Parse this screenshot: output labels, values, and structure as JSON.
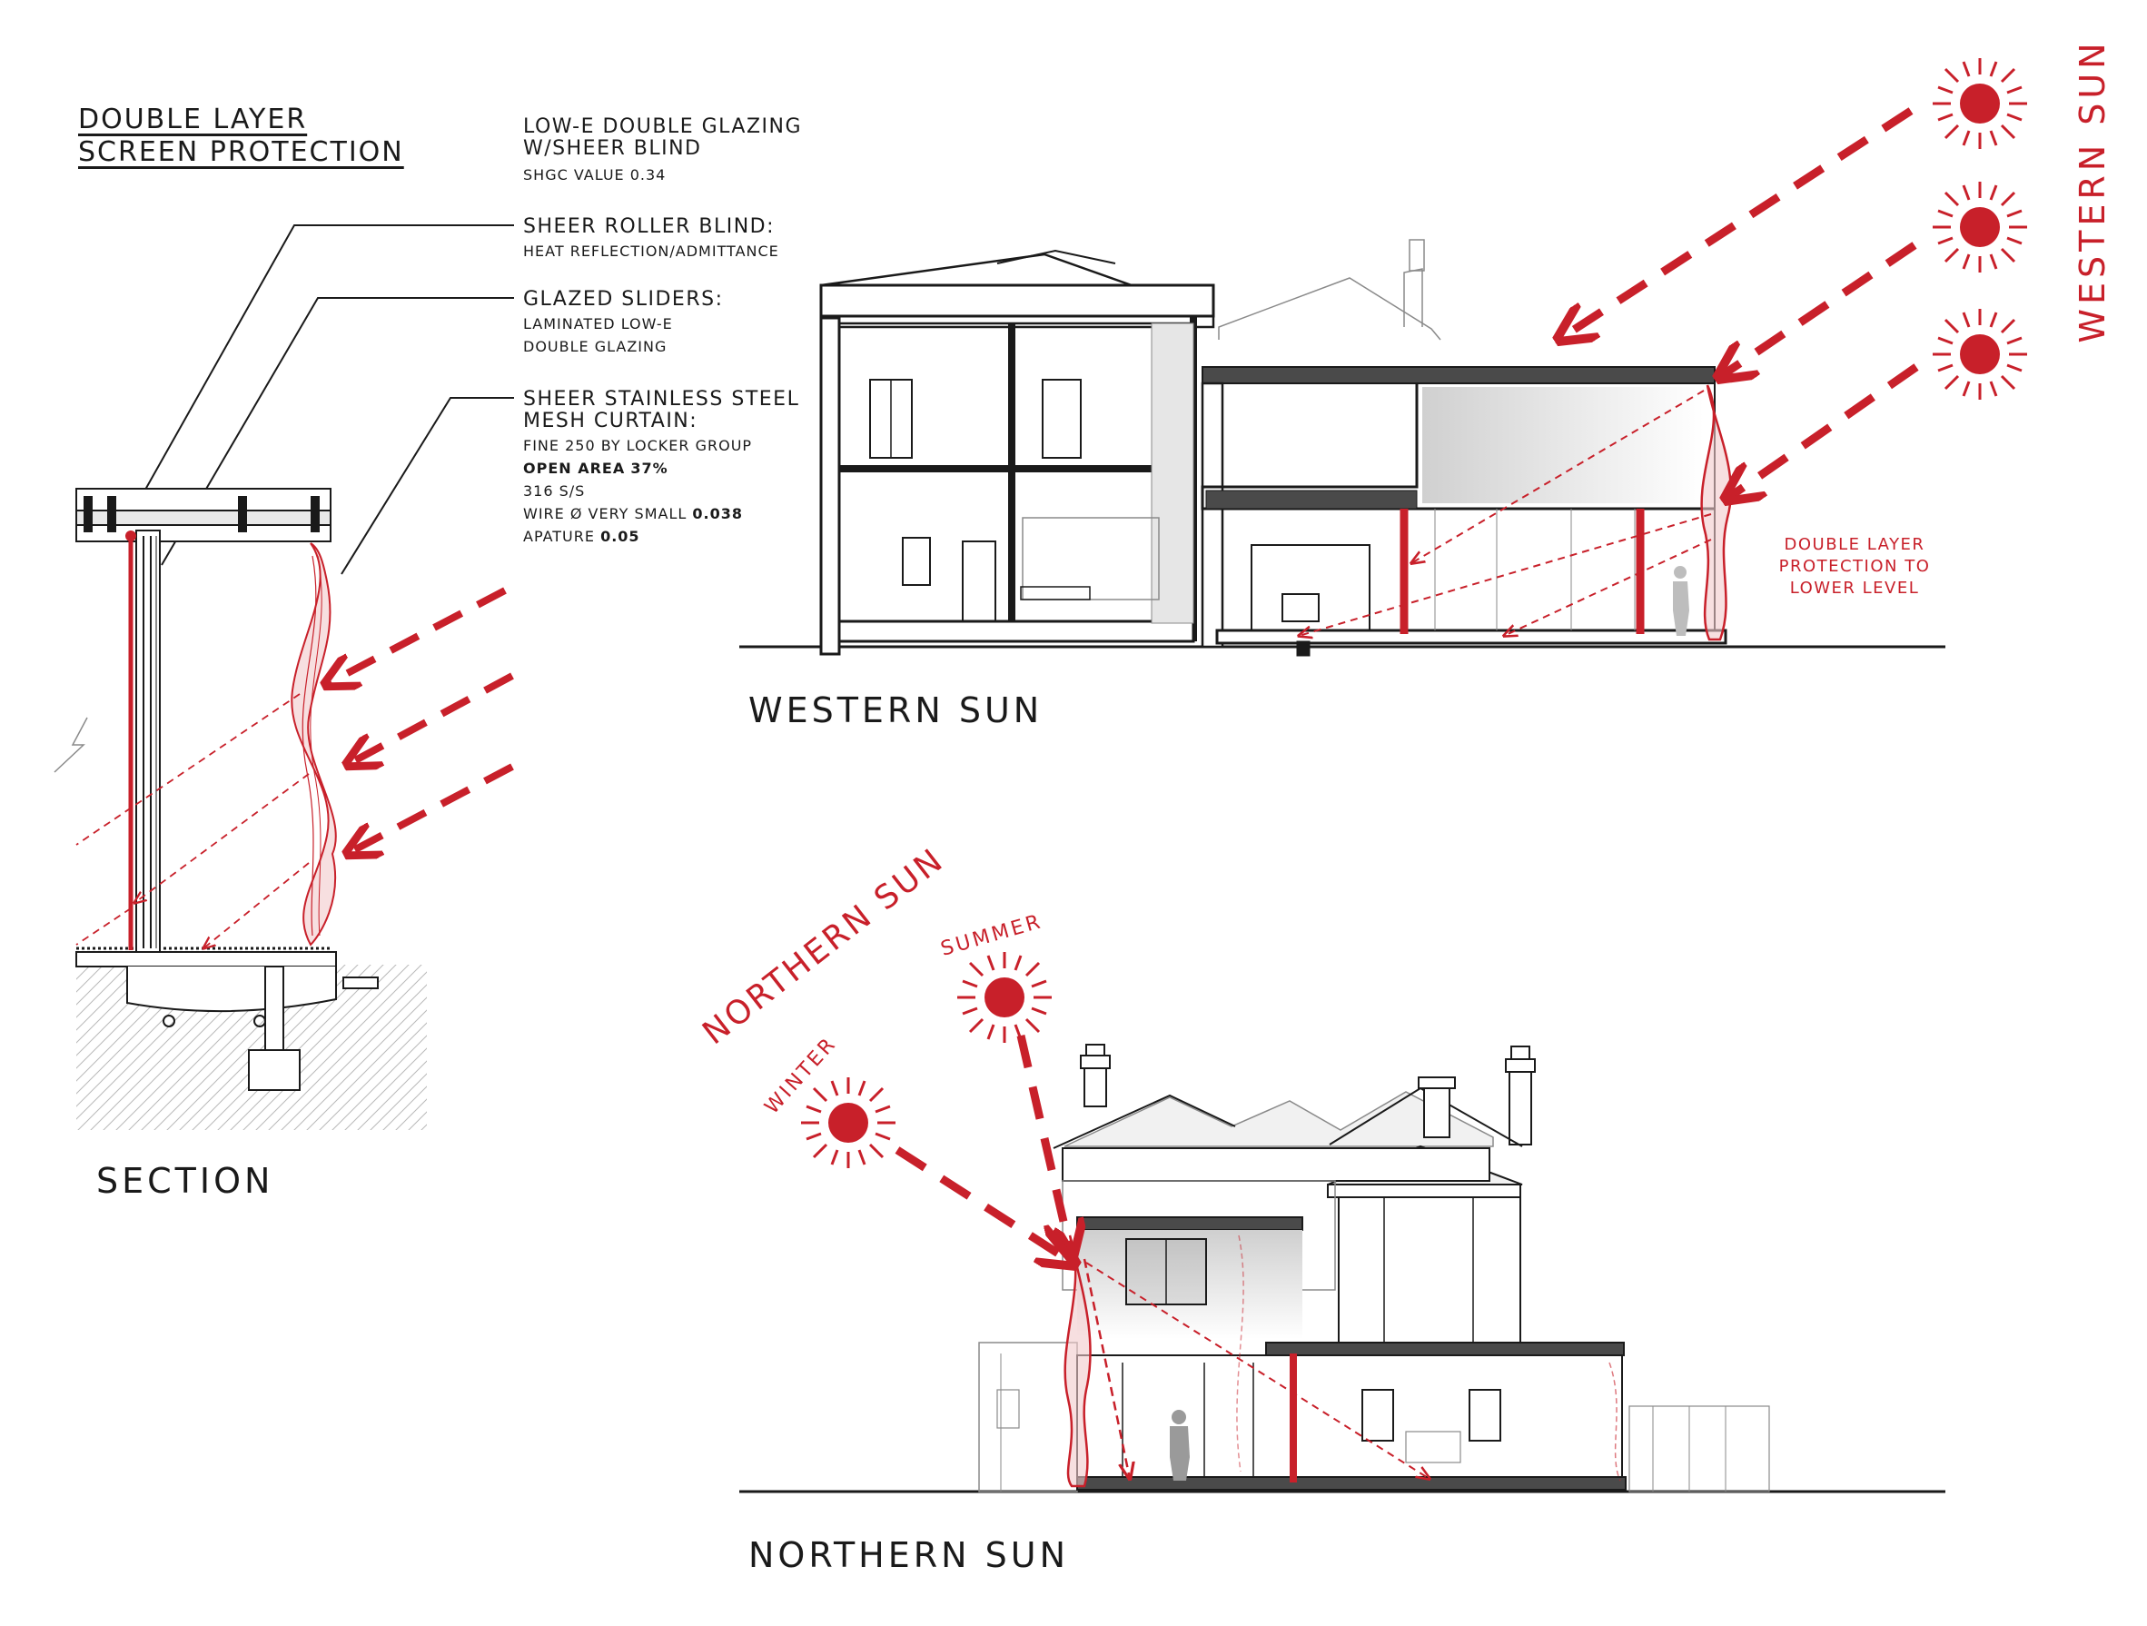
{
  "section": {
    "title_line1": "DOUBLE LAYER",
    "title_line2": "SCREEN PROTECTION",
    "caption": "SECTION"
  },
  "labels": {
    "glazing_title_1": "LOW-E DOUBLE GLAZING",
    "glazing_title_2": "W/SHEER BLIND",
    "glazing_detail": "SHGC VALUE 0.34",
    "blind_title": "SHEER ROLLER BLIND:",
    "blind_detail": "HEAT REFLECTION/ADMITTANCE",
    "sliders_title": "GLAZED SLIDERS:",
    "sliders_detail_1": "LAMINATED LOW-E",
    "sliders_detail_2": "DOUBLE GLAZING",
    "mesh_title_1": "SHEER STAINLESS STEEL",
    "mesh_title_2": "MESH CURTAIN:",
    "mesh_detail_1": "FINE 250 BY LOCKER GROUP",
    "mesh_detail_2_label": "OPEN AREA",
    "mesh_detail_2_value": "37%",
    "mesh_detail_3": "316 S/S",
    "mesh_detail_4_label": "WIRE Ø VERY SMALL",
    "mesh_detail_4_value": "0.038",
    "mesh_detail_5_label": "APATURE",
    "mesh_detail_5_value": "0.05"
  },
  "western": {
    "caption": "WESTERN SUN",
    "vertical_label": "WESTERN SUN",
    "callout_1": "DOUBLE LAYER",
    "callout_2": "PROTECTION TO",
    "callout_3": "LOWER LEVEL"
  },
  "northern": {
    "caption": "NORTHERN SUN",
    "arc_label": "NORTHERN SUN",
    "summer_label": "SUMMER",
    "winter_label": "WINTER"
  },
  "colors": {
    "accent_red": "#c8202a",
    "line": "#1a1a1a",
    "grey": "#8a8a8a"
  }
}
